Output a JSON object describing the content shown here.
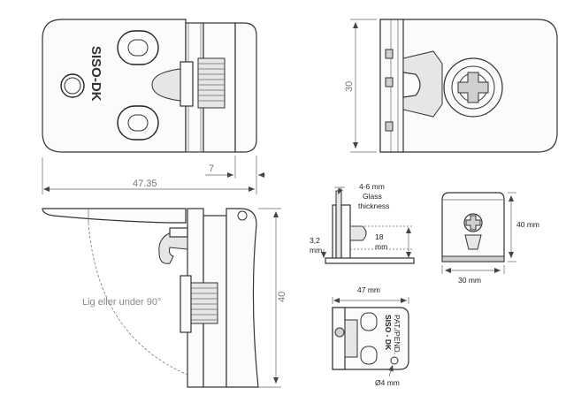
{
  "top_left_view": {
    "brand_text": "SISO-DK",
    "dim_width": "47.35",
    "dim_small": "7"
  },
  "top_right_view": {
    "dim_height": "30"
  },
  "bottom_left_view": {
    "angle_label": "Lig eller under 90°",
    "dim_height": "40"
  },
  "side_detail": {
    "glass_label_line1": "4-6 mm",
    "glass_label_line2": "Glass",
    "glass_label_line3": "thickness",
    "height_label_value": "18",
    "height_label_unit": "mm",
    "base_label_value": "3,2",
    "base_label_unit": "mm"
  },
  "front_detail": {
    "height_label": "40 mm",
    "width_label": "30 mm"
  },
  "top_detail": {
    "width_label": "47 mm",
    "brand_line1": "SISO - DK",
    "brand_line2": "PAT./PEND.",
    "hole_label": "Ø4 mm"
  }
}
